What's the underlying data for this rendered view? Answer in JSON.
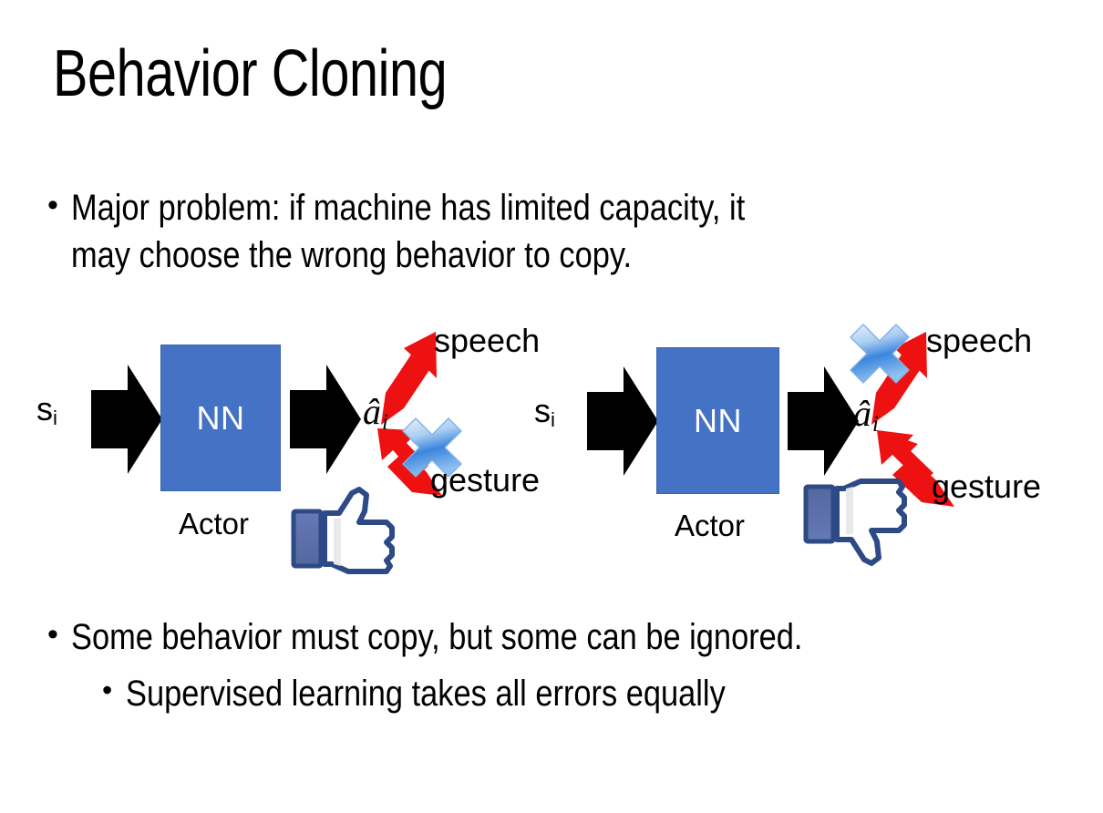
{
  "slide": {
    "title": "Behavior Cloning",
    "background_color": "#FFFFFF"
  },
  "bullets": {
    "top": {
      "marker": "•",
      "text": "Major problem: if machine has limited capacity, it\nmay choose the wrong behavior to copy."
    },
    "bottom_1": {
      "marker": "•",
      "text": "Some behavior must copy, but some can be ignored."
    },
    "bottom_2": {
      "marker": "•",
      "text": "Supervised learning takes all errors equally"
    }
  },
  "colors": {
    "nn_box_fill": "#4472C4",
    "nn_box_border": "#3A63AC",
    "arrow_black": "#000000",
    "arrow_red": "#EE1111",
    "x_mark_light": "#CFE3F7",
    "x_mark_dark": "#2E75D4",
    "thumb_outline": "#2E4A86",
    "thumb_cuff": "#5A6FAE",
    "thumb_fill": "#FFFFFF",
    "text": "#000000"
  },
  "diagram_left": {
    "name": "good-case-diagram",
    "input_label": "s",
    "input_subscript": "i",
    "box_label": "NN",
    "box_caption": "Actor",
    "output_label": "â",
    "output_subscript": "i",
    "branch_top_label": "speech",
    "branch_bottom_label": "gesture",
    "x_mark_on": "gesture",
    "feedback_icon": "thumbs-up-icon"
  },
  "diagram_right": {
    "name": "bad-case-diagram",
    "input_label": "s",
    "input_subscript": "i",
    "box_label": "NN",
    "box_caption": "Actor",
    "output_label": "â",
    "output_subscript": "i",
    "branch_top_label": "speech",
    "branch_bottom_label": "gesture",
    "x_mark_on": "speech",
    "feedback_icon": "thumbs-down-icon"
  }
}
